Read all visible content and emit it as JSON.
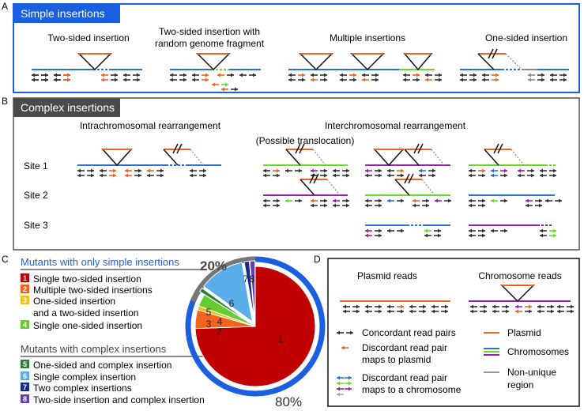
{
  "panel_a": {
    "letter": "A",
    "header": "Simple insertions",
    "col1": "Two-sided insertion",
    "col2_line1": "Two-sided insertion with",
    "col2_line2": "random genome fragment",
    "col3": "Multiple insertions",
    "col4": "One-sided insertion"
  },
  "panel_b": {
    "letter": "B",
    "header": "Complex insertions",
    "intra": "Intrachromosomal rearrangement",
    "inter": "Interchromosomal rearrangement",
    "translocation": "(Possible translocation)",
    "site1": "Site 1",
    "site2": "Site 2",
    "site3": "Site 3"
  },
  "panel_c": {
    "letter": "C",
    "simple_title": "Mutants with only simple insertions",
    "complex_title": "Mutants with complex insertions",
    "legend": [
      {
        "num": "1",
        "color": "#c00000",
        "line1": "Single two-sided insertion",
        "line2": ""
      },
      {
        "num": "2",
        "color": "#f0641e",
        "line1": "Multiple two-sided insertions",
        "line2": ""
      },
      {
        "num": "3",
        "color": "#f0c020",
        "line1": "One-sided insertion",
        "line2": "and a two-sided insertion"
      },
      {
        "num": "4",
        "color": "#66cc33",
        "line1": "Single one-sided insertion",
        "line2": ""
      },
      {
        "num": "5",
        "color": "#2e7d32",
        "line1": "One-sided and complex insertion",
        "line2": ""
      },
      {
        "num": "6",
        "color": "#5aaeea",
        "line1": "Single complex insertion",
        "line2": ""
      },
      {
        "num": "7",
        "color": "#1a2a8a",
        "line1": "Two complex insertions",
        "line2": ""
      },
      {
        "num": "8",
        "color": "#6a3ab0",
        "line1": "Two-side insertion and complex insertion",
        "line2": ""
      }
    ],
    "pct_complex": "20%",
    "pct_simple": "80%",
    "pie_labels": [
      "1",
      "2",
      "3",
      "4",
      "5",
      "6",
      "7",
      "8"
    ]
  },
  "panel_d": {
    "letter": "D",
    "plasmid_reads": "Plasmid reads",
    "chromosome_reads": "Chromosome reads",
    "concordant": "Concordant read pairs",
    "disc_plasmid_1": "Discordant read pair",
    "disc_plasmid_2": "maps to plasmid",
    "disc_chrom_1": "Discordant read pair",
    "disc_chrom_2": "maps to a chromosome",
    "plasmid": "Plasmid",
    "chromosomes": "Chromosomes",
    "nonunique_1": "Non-unique",
    "nonunique_2": "region"
  },
  "colors": {
    "blue_chrom": "#2a6fd6",
    "green_chrom": "#66dd22",
    "purple_chrom": "#9a1fb0",
    "plasmid": "#f0641e",
    "gray": "#888888",
    "frame_blue": "#1a5fe0"
  }
}
